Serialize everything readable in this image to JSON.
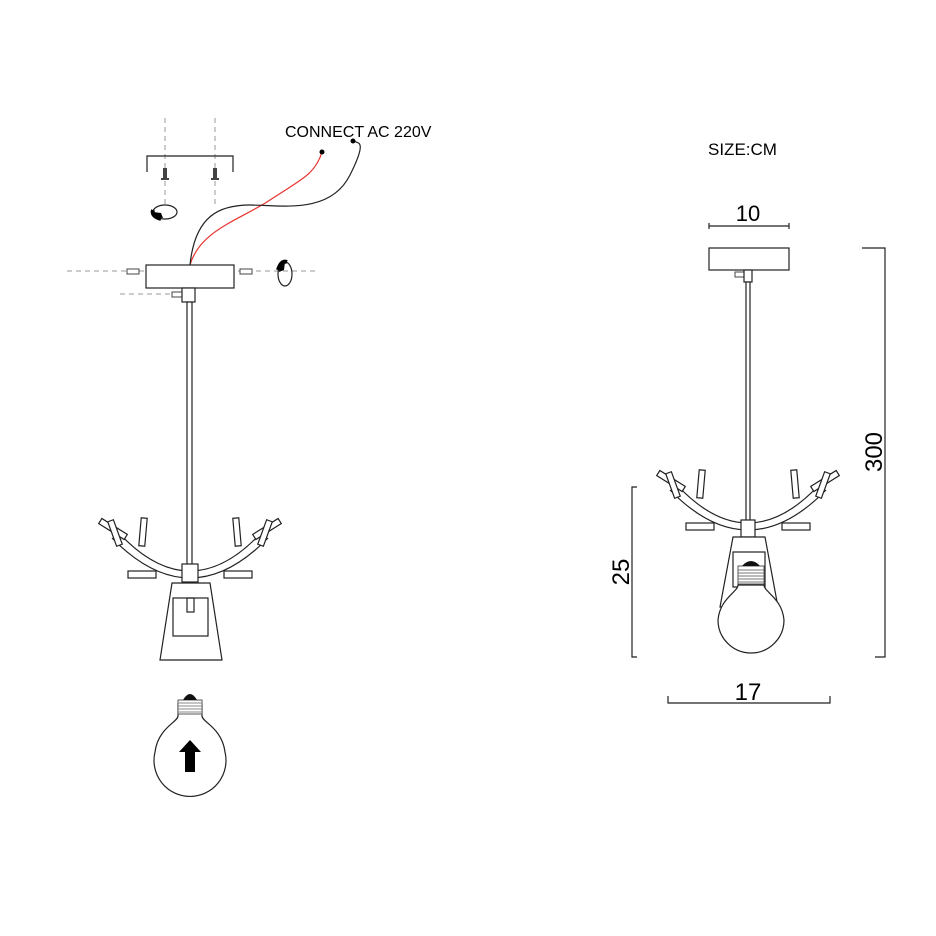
{
  "installation": {
    "wiring_label": "CONNECT AC 220V",
    "wire_colors": {
      "live": "#e8322e",
      "neutral": "#222222"
    }
  },
  "dimensions": {
    "unit_label": "SIZE:CM",
    "canopy_width": "10",
    "total_height": "300",
    "fixture_height": "25",
    "fixture_width": "17"
  }
}
